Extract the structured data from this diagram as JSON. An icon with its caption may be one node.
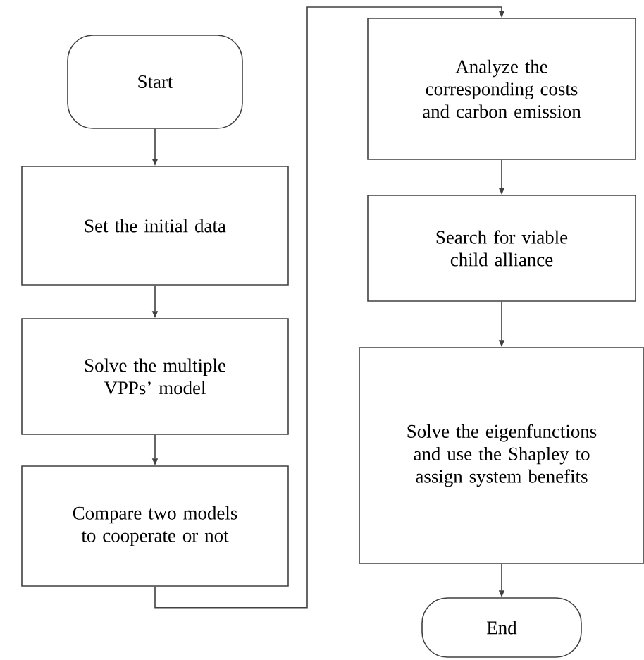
{
  "diagram": {
    "nodes": [
      {
        "text": [
          "Start"
        ]
      },
      {
        "text": [
          "Set the initial data"
        ]
      },
      {
        "text": [
          "Solve the multiple VPPs’ model"
        ]
      },
      {
        "text": [
          "Compare two models to cooperate or not"
        ]
      },
      {
        "text": [
          "Analyze the corresponding costs and carbon emission"
        ]
      },
      {
        "text": [
          "Search for viable child alliance"
        ]
      },
      {
        "text": [
          "Solve the eigenfunctions and use the Shapley to assign system benefits"
        ]
      },
      {
        "text": [
          "End"
        ]
      }
    ],
    "edges": [
      {
        "from": 0,
        "to": 1,
        "arrow": "to"
      },
      {
        "from": 1,
        "to": 2,
        "arrow": "to"
      },
      {
        "from": 2,
        "to": 3,
        "arrow": "to"
      },
      {
        "from": 3,
        "to": 4,
        "arrow": "to"
      },
      {
        "from": 4,
        "to": 5,
        "arrow": "to"
      },
      {
        "from": 5,
        "to": 6,
        "arrow": "to"
      },
      {
        "from": 6,
        "to": 7,
        "arrow": "to"
      }
    ]
  }
}
